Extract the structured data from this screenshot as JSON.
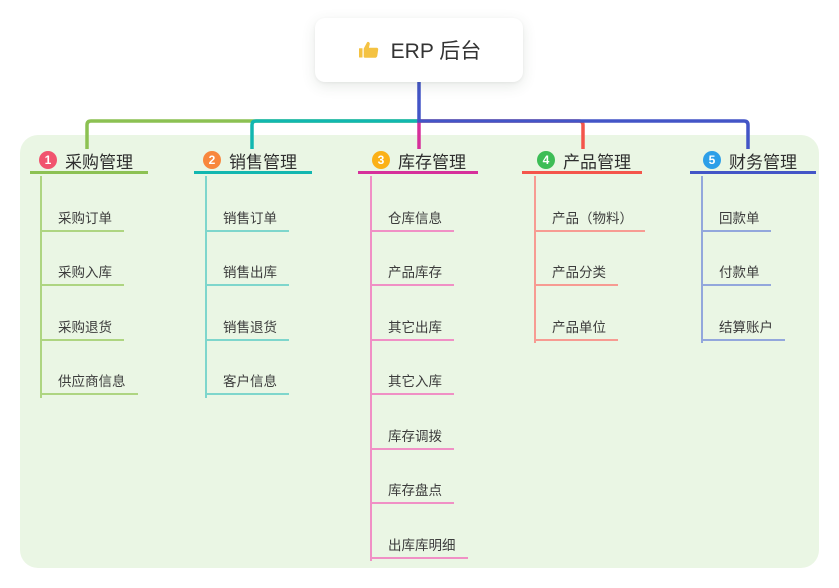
{
  "root": {
    "label": "ERP 后台",
    "icon": "thumbs-up"
  },
  "colors": {
    "background": "#FFFFFF",
    "panel_bg": "#EAF6E4",
    "root_text": "#333333",
    "title_text": "#2E2E2E",
    "child_text": "#3C3C3C",
    "root_connector": "#4355C7",
    "thumb_icon": "#F4C242"
  },
  "branches": [
    {
      "number": "1",
      "label": "采购管理",
      "badge_color": "#F1536E",
      "line_color": "#8CC152",
      "child_line_color": "#AED581",
      "children": [
        "采购订单",
        "采购入库",
        "采购退货",
        "供应商信息"
      ]
    },
    {
      "number": "2",
      "label": "销售管理",
      "badge_color": "#F8873D",
      "line_color": "#12B7B0",
      "child_line_color": "#7ED6CC",
      "children": [
        "销售订单",
        "销售出库",
        "销售退货",
        "客户信息"
      ]
    },
    {
      "number": "3",
      "label": "库存管理",
      "badge_color": "#FBB117",
      "line_color": "#D6309B",
      "child_line_color": "#F090C5",
      "children": [
        "仓库信息",
        "产品库存",
        "其它出库",
        "其它入库",
        "库存调拨",
        "库存盘点",
        "出库库明细"
      ]
    },
    {
      "number": "4",
      "label": "产品管理",
      "badge_color": "#3DBD56",
      "line_color": "#F4554B",
      "child_line_color": "#F79B92",
      "children": [
        "产品（物料）",
        "产品分类",
        "产品单位"
      ]
    },
    {
      "number": "5",
      "label": "财务管理",
      "badge_color": "#2D9FE8",
      "line_color": "#4355C7",
      "child_line_color": "#93A7DC",
      "children": [
        "回款单",
        "付款单",
        "结算账户"
      ]
    }
  ]
}
